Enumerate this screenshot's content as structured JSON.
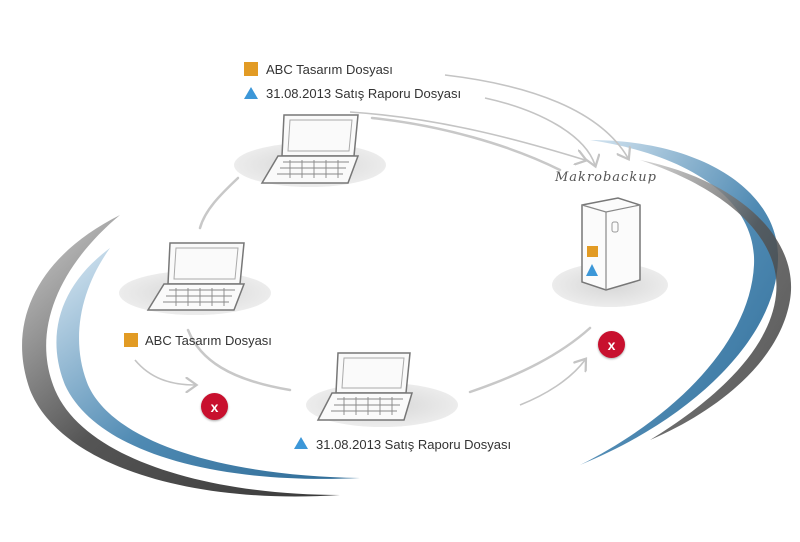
{
  "labels": {
    "top_file_1": "ABC Tasarım Dosyası",
    "top_file_2": "31.08.2013 Satış Raporu Dosyası",
    "server": "Makrobackup",
    "left_file": "ABC Tasarım Dosyası",
    "bottom_file": "31.08.2013 Satış Raporu Dosyası",
    "fail_mark": "x"
  },
  "icons": {
    "file_a": "orange-square-icon",
    "file_b": "blue-triangle-icon",
    "fail": "red-x-badge-icon",
    "device": "laptop-icon",
    "server": "server-tower-icon"
  },
  "colors": {
    "file_a": "#e29b24",
    "file_b": "#3c97d8",
    "fail": "#c8102e",
    "ring_blue": "#4a84ad",
    "ring_gray": "#4e4e4e",
    "sketch": "#b8b8b8"
  }
}
